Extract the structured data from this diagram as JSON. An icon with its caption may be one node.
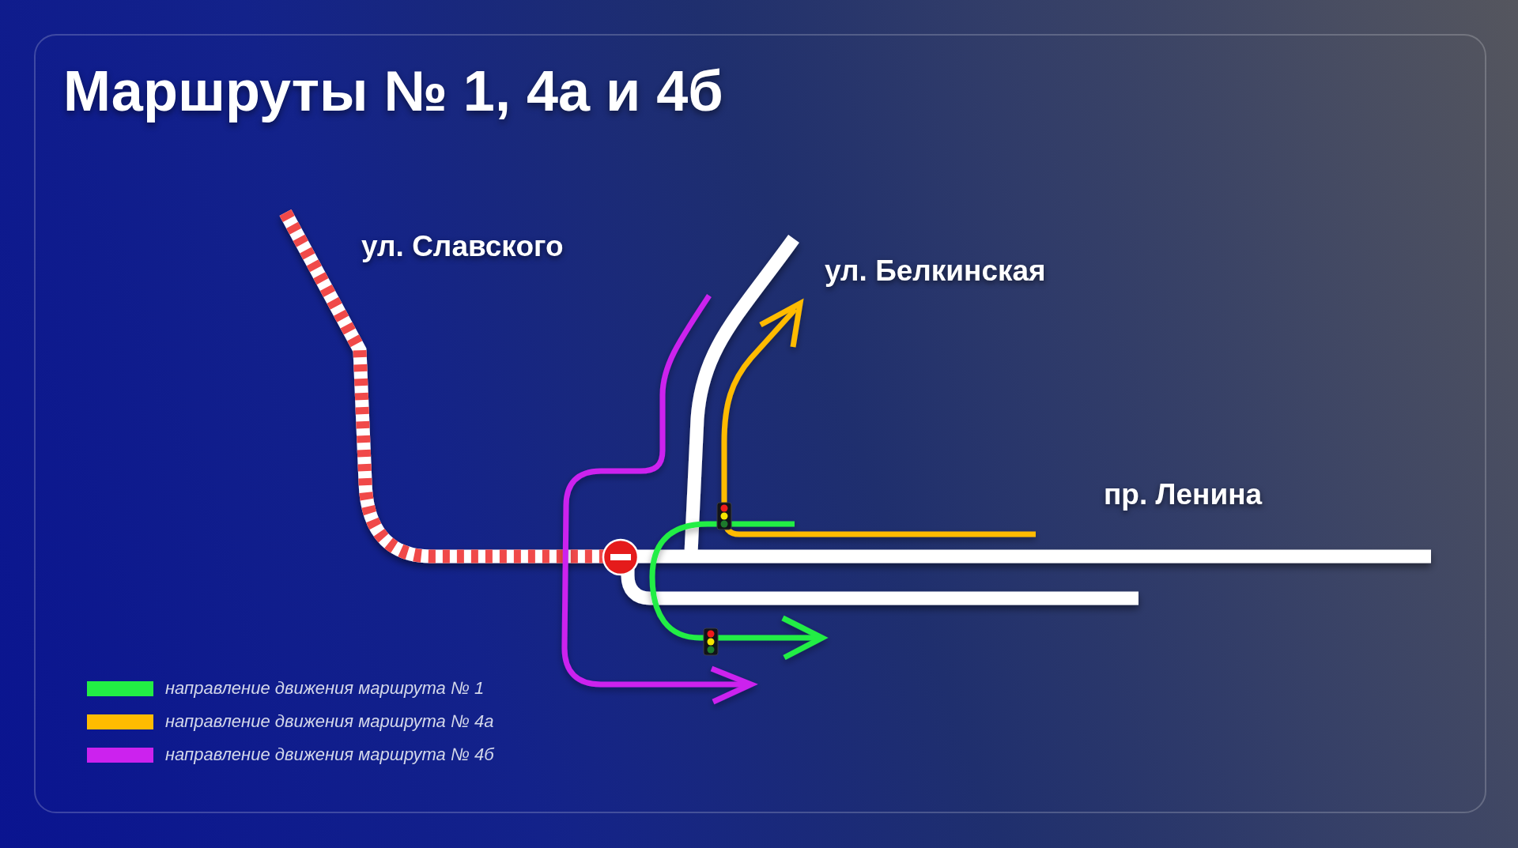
{
  "diagram": {
    "title": "Маршруты № 1, 4а и 4б",
    "labels": [
      "ул. Славского",
      "ул. Белкинская",
      "пр. Ленина"
    ],
    "legend": [
      {
        "text": "направление движения маршрута № 1",
        "color": "#22ee44"
      },
      {
        "text": "направление движения маршрута № 4а",
        "color": "#ffbb00"
      },
      {
        "text": "направление движения маршрута № 4б",
        "color": "#cc22ee"
      }
    ]
  }
}
